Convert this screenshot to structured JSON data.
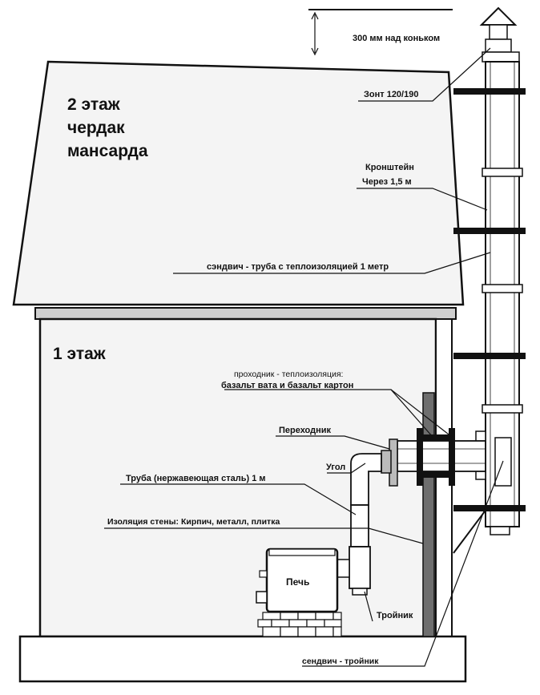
{
  "floors": {
    "attic": [
      "2 этаж",
      "чердак",
      "мансарда"
    ],
    "ground": "1 этаж"
  },
  "labels": {
    "above_ridge": "300 мм над коньком",
    "cap": "Зонт 120/190",
    "bracket_1": "Кронштейн",
    "bracket_2": "Через 1,5 м",
    "sandwich_pipe": "сэндвич - труба с теплоизоляцией 1 метр",
    "passthrough_1": "проходник - теплоизоляция:",
    "passthrough_2": "базальт вата и базальт картон",
    "adapter": "Переходник",
    "elbow": "Угол",
    "steel_pipe": "Труба (нержавеющая сталь) 1 м",
    "wall_insulation": "Изоляция стены: Кирпич, металл, плитка",
    "stove": "Печь",
    "tee": "Тройник",
    "sandwich_tee": "сендвич - тройник"
  },
  "colors": {
    "line": "#111111",
    "roof_fill": "#f4f4f4",
    "wall_fill": "#f4f4f4",
    "slab_fill": "#cfcfcf",
    "wall_insulation_fill": "#6e6e6e",
    "pipe_fill": "#ffffff"
  }
}
